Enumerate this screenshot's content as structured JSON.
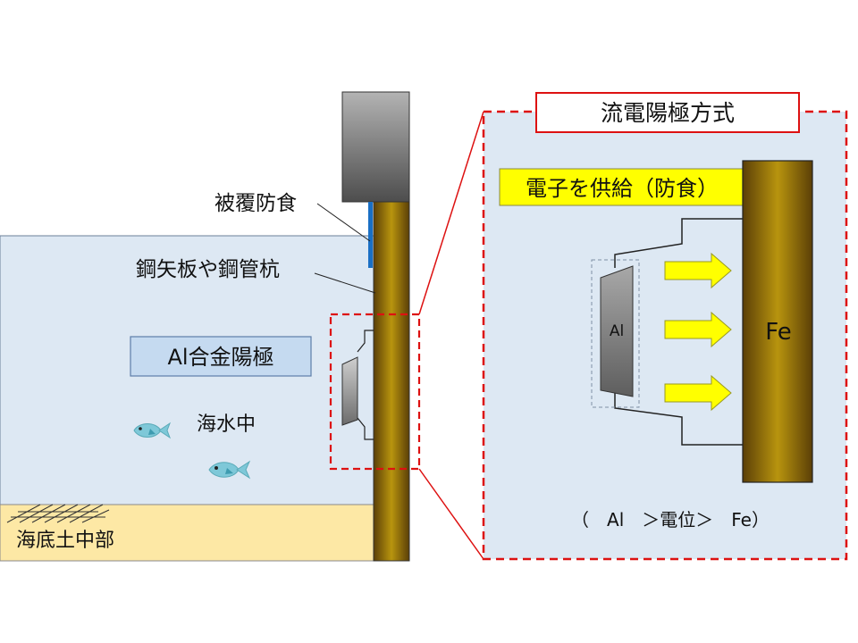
{
  "labels": {
    "coating": "被覆防食",
    "pile": "鋼矢板や鋼管杭",
    "anode_box": "Al合金陽極",
    "seawater": "海水中",
    "seabed": "海底土中部"
  },
  "detail": {
    "title": "流電陽極方式",
    "supply": "電子を供給（防食）",
    "al": "Al",
    "fe": "Fe",
    "potential": "（　Al　＞電位＞　Fe）"
  },
  "colors": {
    "seawater": "#dde8f3",
    "seabed": "#fde8a5",
    "dashed_red": "#dd1111",
    "arrow_yellow": "#ffff00",
    "steel_brown": "#7a5a12",
    "coating_blue": "#1a6fc4"
  },
  "icons": [
    "fish-icon",
    "arrow-right-icon"
  ]
}
